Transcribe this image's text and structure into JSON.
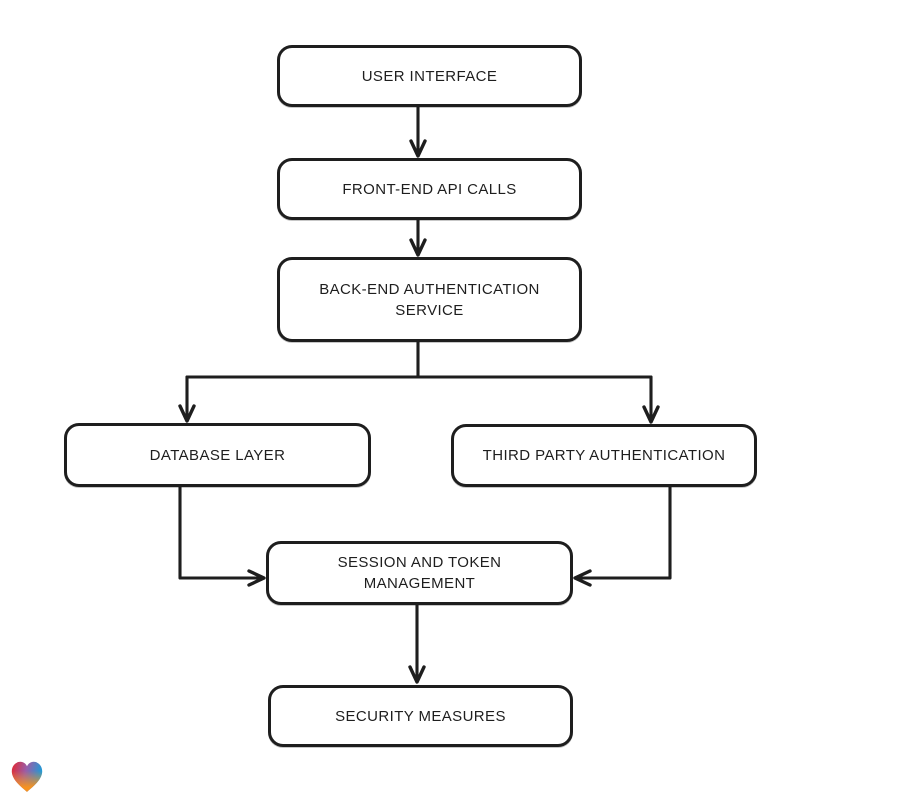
{
  "colors": {
    "stroke": "#1e1e1e",
    "node_fill": "#ffffff",
    "background": "#ffffff",
    "heart_red": "#e4252d",
    "heart_violet": "#9a5da8",
    "heart_blue": "#1f9ad6",
    "heart_orange": "#f69220"
  },
  "icons": {
    "watermark": "heart-gradient-icon"
  },
  "diagram": {
    "nodes": [
      {
        "id": "user-interface",
        "label": "USER INTERFACE",
        "lines": [
          "USER INTERFACE"
        ]
      },
      {
        "id": "front-end-api-calls",
        "label": "FRONT-END API CALLS",
        "lines": [
          "FRONT-END API CALLS"
        ]
      },
      {
        "id": "back-end-authentication-service",
        "label": "BACK-END AUTHENTICATION SERVICE",
        "lines": [
          "BACK-END AUTHENTICATION",
          "SERVICE"
        ]
      },
      {
        "id": "database-layer",
        "label": "DATABASE LAYER",
        "lines": [
          "DATABASE LAYER"
        ]
      },
      {
        "id": "third-party-authentication",
        "label": "THIRD PARTY AUTHENTICATION",
        "lines": [
          "THIRD PARTY AUTHENTICATION"
        ]
      },
      {
        "id": "session-and-token-management",
        "label": "SESSION AND TOKEN MANAGEMENT",
        "lines": [
          "SESSION AND TOKEN",
          "MANAGEMENT"
        ]
      },
      {
        "id": "security-measures",
        "label": "SECURITY MEASURES",
        "lines": [
          "SECURITY MEASURES"
        ]
      }
    ],
    "edges": [
      {
        "from": "user-interface",
        "to": "front-end-api-calls"
      },
      {
        "from": "front-end-api-calls",
        "to": "back-end-authentication-service"
      },
      {
        "from": "back-end-authentication-service",
        "to": "database-layer"
      },
      {
        "from": "back-end-authentication-service",
        "to": "third-party-authentication"
      },
      {
        "from": "database-layer",
        "to": "session-and-token-management"
      },
      {
        "from": "third-party-authentication",
        "to": "session-and-token-management"
      },
      {
        "from": "session-and-token-management",
        "to": "security-measures"
      }
    ]
  }
}
